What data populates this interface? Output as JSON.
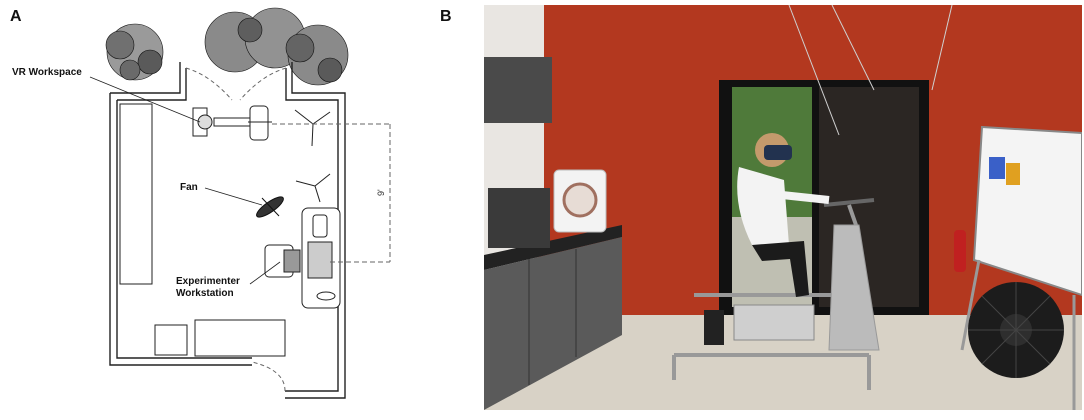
{
  "figure": {
    "panel_a": {
      "letter": "A",
      "labels": {
        "vr_workspace": "VR Workspace",
        "fan": "Fan",
        "experimenter_line1": "Experimenter",
        "experimenter_line2": "Workstation",
        "dimension": "9'"
      }
    },
    "panel_b": {
      "letter": "B",
      "description_icons": [
        "vr-headset-icon",
        "exercise-bike-icon",
        "fan-icon",
        "whiteboard-icon",
        "air-purifier-icon",
        "fire-extinguisher-icon"
      ]
    }
  }
}
